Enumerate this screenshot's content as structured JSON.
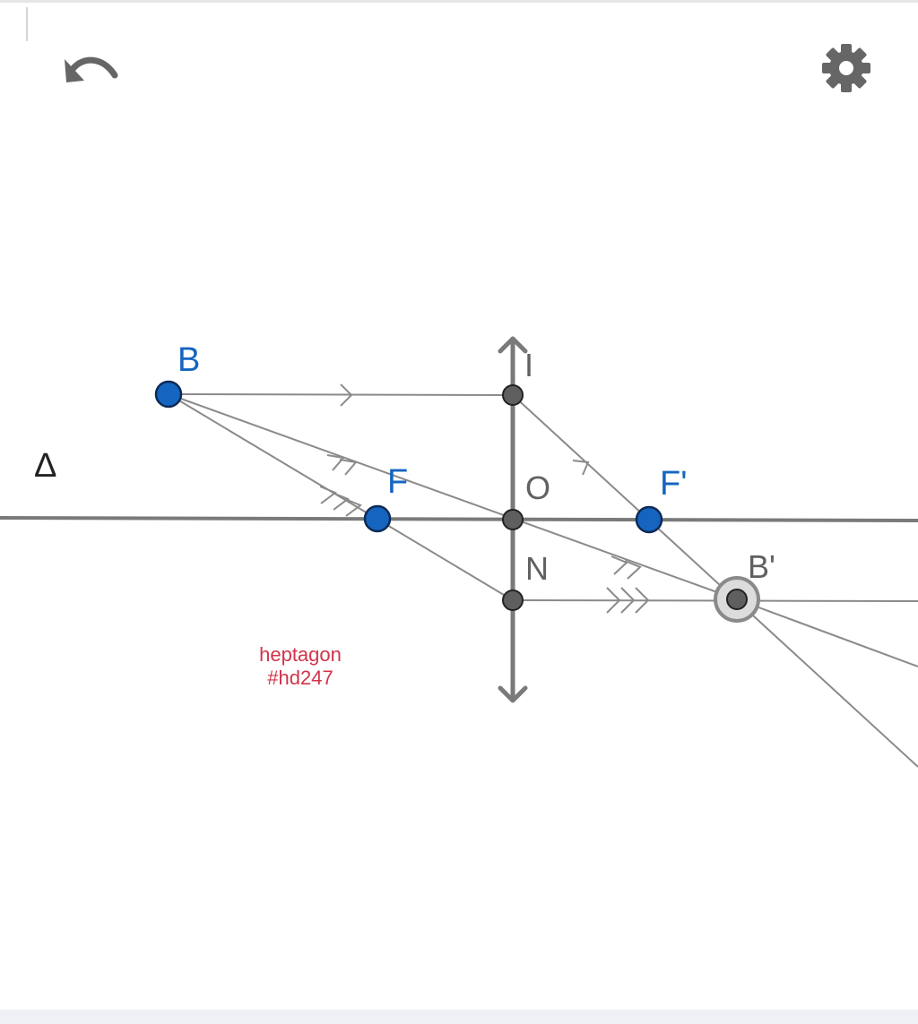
{
  "toolbar": {
    "undo_icon": "undo-arrow-icon",
    "settings_icon": "gear-icon"
  },
  "diagram": {
    "axis_label": "Δ",
    "points": {
      "B": {
        "label": "B",
        "color": "#1565c0"
      },
      "F": {
        "label": "F",
        "color": "#1565c0"
      },
      "F2": {
        "label": "F'",
        "color": "#1565c0"
      },
      "I": {
        "label": "I",
        "color": "#616161"
      },
      "O": {
        "label": "O",
        "color": "#616161"
      },
      "N": {
        "label": "N",
        "color": "#616161"
      },
      "B2": {
        "label": "B'",
        "color": "#616161"
      }
    },
    "watermark": {
      "line1": "heptagon",
      "line2": "#hd247",
      "color": "#d0344a"
    }
  },
  "colors": {
    "ray": "#8a8a8a",
    "axis": "#7a7a7a",
    "lens": "#7a7a7a",
    "point_blue": "#1565c0",
    "point_gray": "#5f5f5f",
    "icon": "#666666"
  }
}
